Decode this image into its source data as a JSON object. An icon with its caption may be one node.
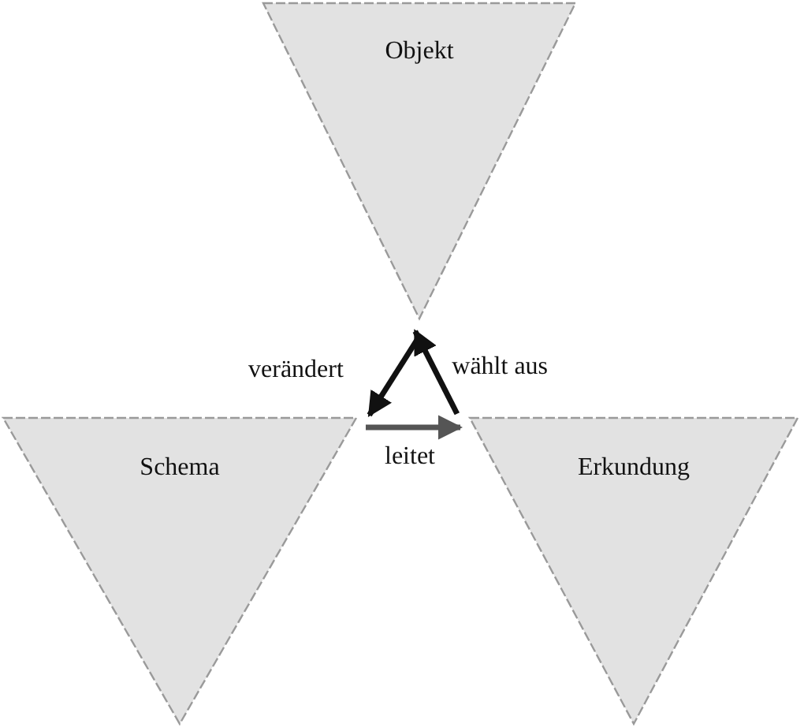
{
  "diagram": {
    "nodes": [
      {
        "text": [
          "Objekt"
        ]
      },
      {
        "text": [
          "Schema"
        ]
      },
      {
        "text": [
          "Erkundung"
        ]
      }
    ],
    "edges": [
      {
        "from": 0,
        "to": 1,
        "arrow": "to",
        "label": "verändert"
      },
      {
        "from": 2,
        "to": 0,
        "arrow": "to",
        "label": "wählt aus"
      },
      {
        "from": 1,
        "to": 2,
        "arrow": "to",
        "label": "leitet",
        "color": "#555555"
      }
    ]
  }
}
